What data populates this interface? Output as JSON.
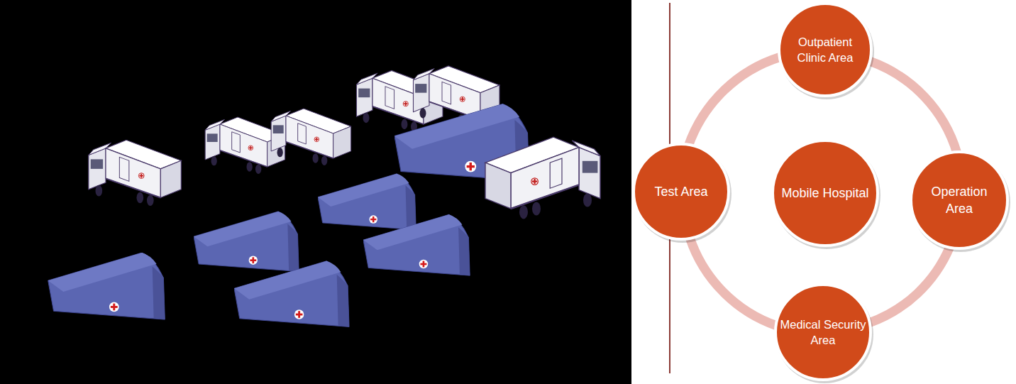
{
  "diagram": {
    "nodes": [
      {
        "text": [
          "Outpatient Clinic Area"
        ]
      },
      {
        "text": [
          "Test Area"
        ]
      },
      {
        "text": [
          "Mobile Hospital"
        ]
      },
      {
        "text": [
          "Operation Area"
        ]
      },
      {
        "text": [
          "Medical Security Area"
        ]
      }
    ],
    "edges": [
      {
        "from": 0,
        "to": 3,
        "arrow": "none"
      },
      {
        "from": 3,
        "to": 4,
        "arrow": "none"
      },
      {
        "from": 4,
        "to": 1,
        "arrow": "none"
      },
      {
        "from": 1,
        "to": 0,
        "arrow": "none"
      }
    ]
  }
}
